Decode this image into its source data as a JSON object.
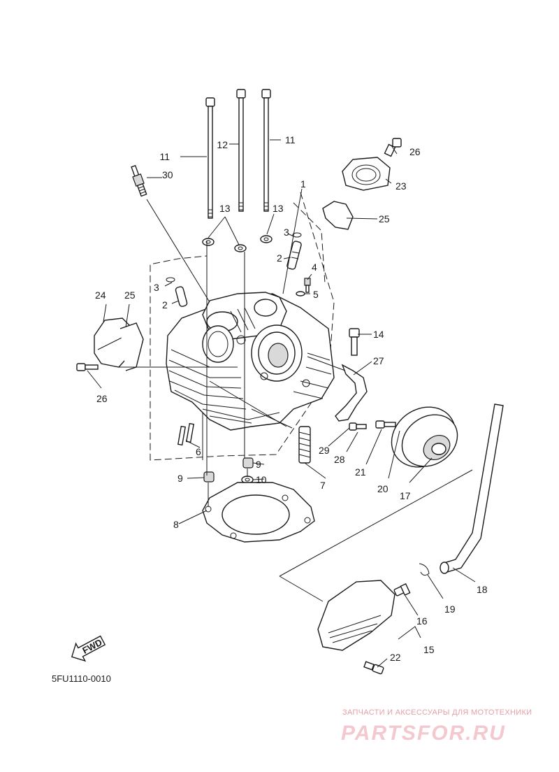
{
  "diagram": {
    "code": "5FU1110-0010",
    "fwd_label": "FWD",
    "callouts": [
      {
        "id": "c1",
        "text": "1"
      },
      {
        "id": "c2a",
        "text": "2"
      },
      {
        "id": "c2b",
        "text": "2"
      },
      {
        "id": "c3a",
        "text": "3"
      },
      {
        "id": "c3b",
        "text": "3"
      },
      {
        "id": "c4",
        "text": "4"
      },
      {
        "id": "c5",
        "text": "5"
      },
      {
        "id": "c6",
        "text": "6"
      },
      {
        "id": "c7",
        "text": "7"
      },
      {
        "id": "c8",
        "text": "8"
      },
      {
        "id": "c9a",
        "text": "9"
      },
      {
        "id": "c9b",
        "text": "9"
      },
      {
        "id": "c10",
        "text": "10"
      },
      {
        "id": "c11a",
        "text": "11"
      },
      {
        "id": "c11b",
        "text": "11"
      },
      {
        "id": "c12",
        "text": "12"
      },
      {
        "id": "c13a",
        "text": "13"
      },
      {
        "id": "c13b",
        "text": "13"
      },
      {
        "id": "c14",
        "text": "14"
      },
      {
        "id": "c15",
        "text": "15"
      },
      {
        "id": "c16",
        "text": "16"
      },
      {
        "id": "c17",
        "text": "17"
      },
      {
        "id": "c18",
        "text": "18"
      },
      {
        "id": "c19",
        "text": "19"
      },
      {
        "id": "c20",
        "text": "20"
      },
      {
        "id": "c21",
        "text": "21"
      },
      {
        "id": "c22",
        "text": "22"
      },
      {
        "id": "c23",
        "text": "23"
      },
      {
        "id": "c24",
        "text": "24"
      },
      {
        "id": "c25a",
        "text": "25"
      },
      {
        "id": "c25b",
        "text": "25"
      },
      {
        "id": "c26a",
        "text": "26"
      },
      {
        "id": "c26b",
        "text": "26"
      },
      {
        "id": "c27",
        "text": "27"
      },
      {
        "id": "c28",
        "text": "28"
      },
      {
        "id": "c29",
        "text": "29"
      },
      {
        "id": "c30",
        "text": "30"
      }
    ]
  },
  "watermark": {
    "line": "ЗАПЧАСТИ И АКСЕССУАРЫ ДЛЯ МОТОТЕХНИКИ",
    "logo": "PARTSFOR.RU"
  }
}
